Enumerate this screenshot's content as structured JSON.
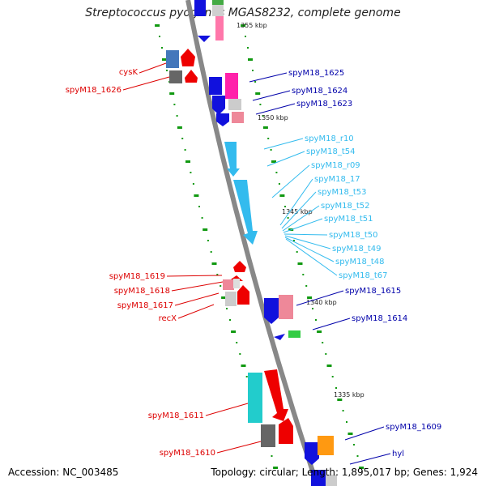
{
  "title": "Streptococcus pyogenes MGAS8232, complete genome",
  "footer": {
    "accession": "Accession: NC_003485",
    "topology": "Topology: circular; Length: 1,895,017 bp; Genes: 1,924"
  },
  "colors": {
    "left_labels": "#dd0000",
    "right_labels_dark": "#0000aa",
    "right_labels_rna": "#33bbee",
    "ticks": "#119911"
  },
  "ruler": [
    "1355 kbp",
    "1350 kbp",
    "1345 kbp",
    "1340 kbp",
    "1335 kbp"
  ],
  "left_labels": [
    "cysK",
    "spyM18_1626",
    "spyM18_1619",
    "spyM18_1618",
    "spyM18_1617",
    "recX",
    "spyM18_1611",
    "spyM18_1610"
  ],
  "right_labels": [
    "spyM18_1625",
    "spyM18_1624",
    "spyM18_1623",
    "spyM18_r10",
    "spyM18_t54",
    "spyM18_r09",
    "spyM18_17",
    "spyM18_t53",
    "spyM18_t52",
    "spyM18_t51",
    "spyM18_t50",
    "spyM18_t49",
    "spyM18_t48",
    "spyM18_t67",
    "spyM18_1615",
    "spyM18_1614",
    "spyM18_1609",
    "hyl"
  ]
}
